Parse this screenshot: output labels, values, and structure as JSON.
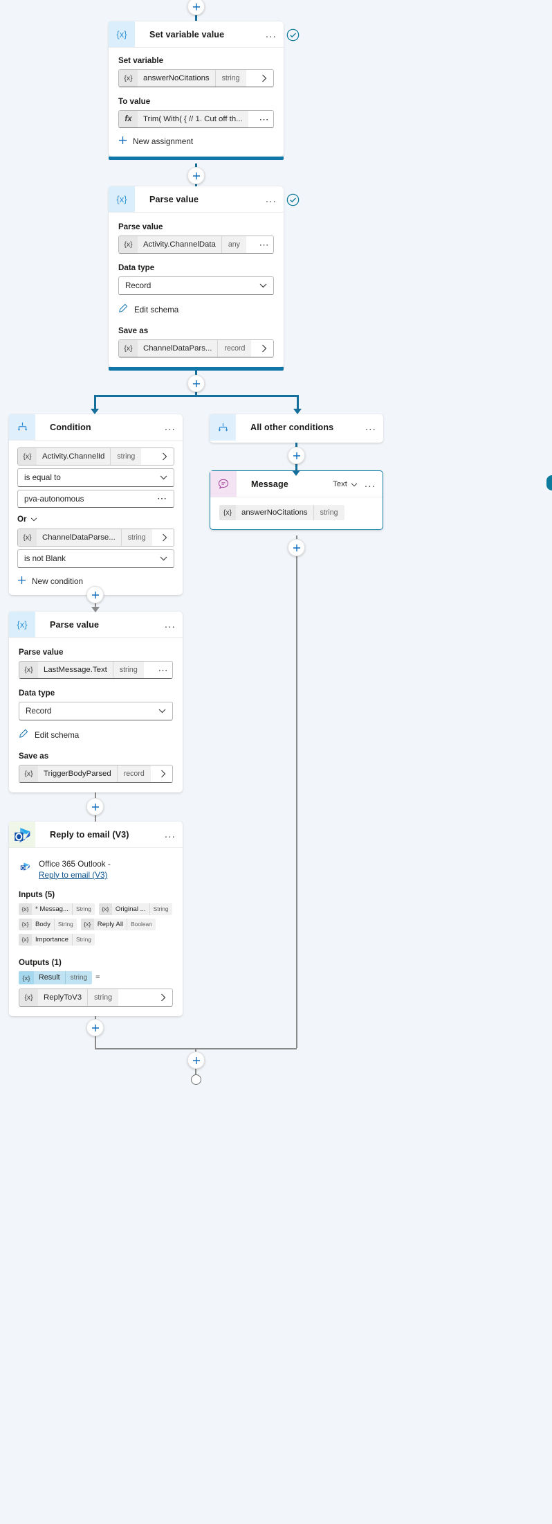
{
  "canvas": {
    "background": "#f2f6fa",
    "accent": "#1075a8",
    "link_color": "#0f548c"
  },
  "nodes": {
    "set_variable": {
      "title": "Set variable value",
      "icon": "{x}",
      "status": "valid-check-icon",
      "fields": {
        "set_variable_label": "Set variable",
        "variable_name": "answerNoCitations",
        "variable_type": "string",
        "to_value_label": "To value",
        "to_value_expression": "Trim( With( { // 1. Cut off th...",
        "new_assignment": "New assignment"
      }
    },
    "parse_value_1": {
      "title": "Parse value",
      "icon": "{x}",
      "status": "valid-check-icon",
      "fields": {
        "parse_value_label": "Parse value",
        "parse_value_token": "Activity.ChannelData",
        "parse_value_type": "any",
        "data_type_label": "Data type",
        "data_type_value": "Record",
        "edit_schema": "Edit schema",
        "save_as_label": "Save as",
        "save_as_token": "ChannelDataPars...",
        "save_as_type": "record"
      }
    },
    "condition": {
      "title": "Condition",
      "icon": "branch-icon",
      "rows": [
        {
          "token": "Activity.ChannelId",
          "type": "string",
          "operator": "is equal to",
          "value": "pva-autonomous"
        }
      ],
      "or_label": "Or",
      "rows2": [
        {
          "token": "ChannelDataParse...",
          "type": "string",
          "operator": "is not Blank"
        }
      ],
      "new_condition": "New condition"
    },
    "all_other_conditions": {
      "title": "All other conditions",
      "icon": "branch-icon"
    },
    "message": {
      "title": "Message",
      "icon": "message-icon",
      "mode": "Text",
      "token": "answerNoCitations",
      "token_type": "string"
    },
    "parse_value_2": {
      "title": "Parse value",
      "icon": "{x}",
      "fields": {
        "parse_value_label": "Parse value",
        "parse_value_token": "LastMessage.Text",
        "parse_value_type": "string",
        "data_type_label": "Data type",
        "data_type_value": "Record",
        "edit_schema": "Edit schema",
        "save_as_label": "Save as",
        "save_as_token": "TriggerBodyParsed",
        "save_as_type": "record"
      }
    },
    "reply_to_email": {
      "title": "Reply to email (V3)",
      "icon": "outlook-icon",
      "connector_name": "Office 365 Outlook  -",
      "connector_action": "Reply to email (V3)",
      "inputs_label": "Inputs (5)",
      "inputs": [
        {
          "name": "* Messag...",
          "type": "String"
        },
        {
          "name": "Original ...",
          "type": "String"
        },
        {
          "name": "Body",
          "type": "String"
        },
        {
          "name": "Reply All",
          "type": "Boolean"
        },
        {
          "name": "Importance",
          "type": "String"
        }
      ],
      "outputs_label": "Outputs (1)",
      "outputs": [
        {
          "name": "Result",
          "type": "string"
        }
      ],
      "output_equals": "=",
      "output_target": {
        "name": "ReplyToV3",
        "type": "string"
      }
    }
  },
  "controls": {
    "add_step": "+",
    "more_options": "...",
    "end_node": "end-node"
  }
}
